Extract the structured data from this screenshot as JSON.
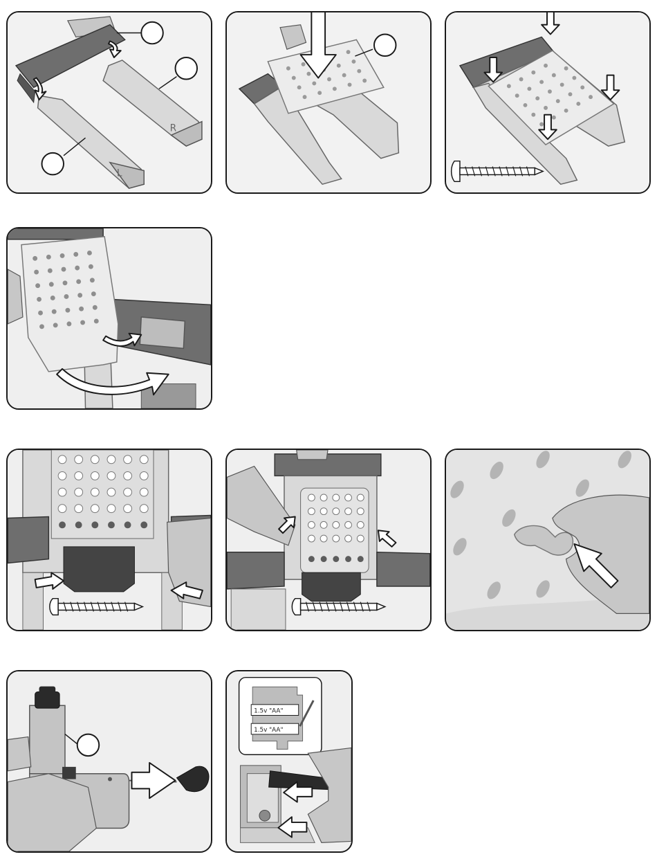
{
  "panel_r_label": "R",
  "panel_l_label": "L",
  "battery_labels": [
    "1.5v \"AA\"",
    "1.5v \"AA\""
  ]
}
